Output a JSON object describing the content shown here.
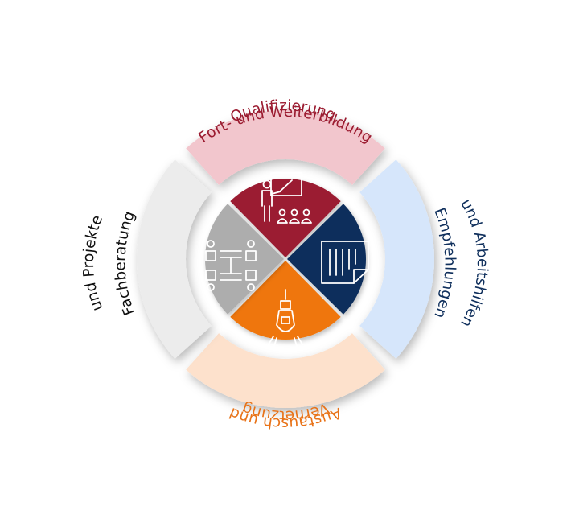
{
  "diagram": {
    "segments": [
      {
        "id": "top",
        "lines": [
          "Qualifizierung,",
          "Fort- und Weiterbildung"
        ],
        "outer_color": "#f2c6cd",
        "outer_text_color": "#9b1b30",
        "inner_color": "#9b1b30",
        "icon": "presentation-board-icon"
      },
      {
        "id": "right",
        "lines": [
          "Empfehlungen",
          "und Arbeitshilfen"
        ],
        "outer_color": "#d6e6fb",
        "outer_text_color": "#0f2f5c",
        "inner_color": "#0e2f5c",
        "icon": "document-icon"
      },
      {
        "id": "bottom",
        "lines": [
          "Austausch und",
          "Vernetzung"
        ],
        "outer_color": "#fde1cc",
        "outer_text_color": "#e87217",
        "inner_color": "#ef7609",
        "icon": "cable-plug-icon"
      },
      {
        "id": "left",
        "lines": [
          "Fachberatung",
          "und Projekte"
        ],
        "outer_color": "#ececec",
        "outer_text_color": "#111111",
        "inner_color": "#adadad",
        "icon": "meeting-table-icon"
      }
    ]
  }
}
